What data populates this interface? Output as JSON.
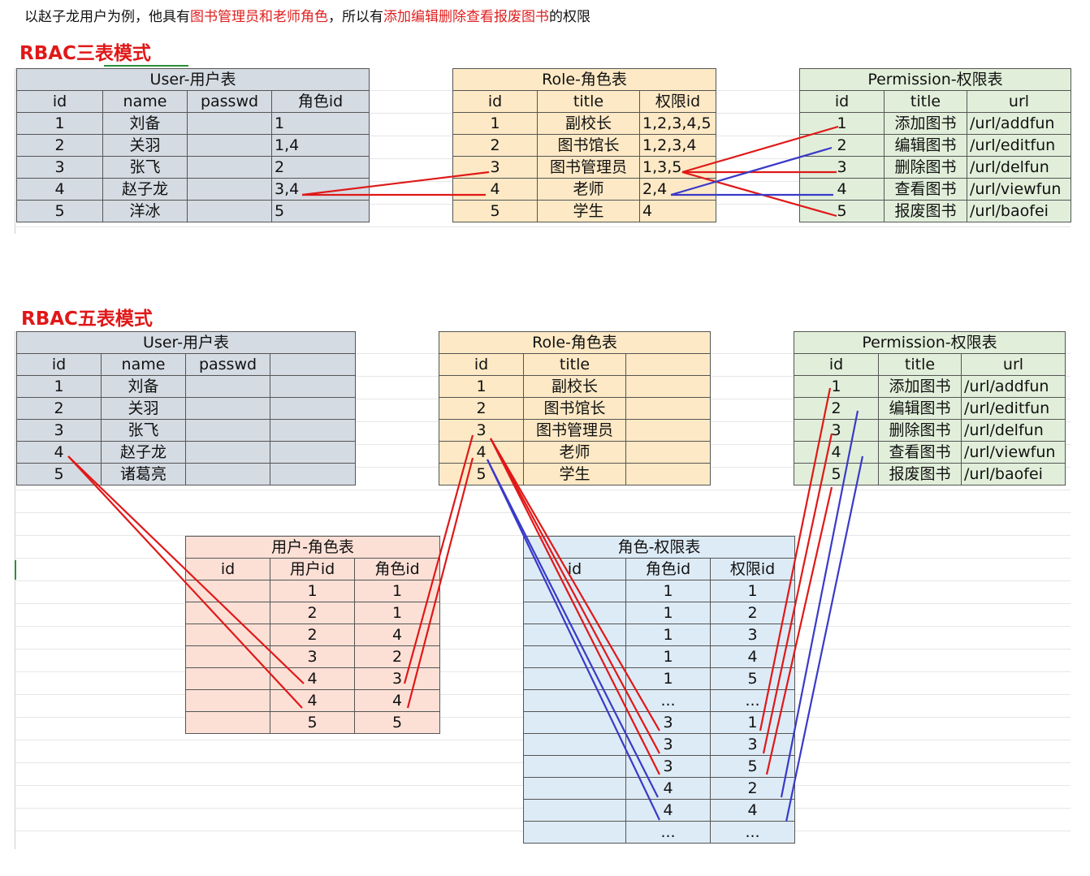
{
  "intro": {
    "part1": "以赵子龙用户为例，他具有",
    "part2": "图书管理员和老师角色",
    "part3": "，所以有",
    "part4": "添加编辑删除查看报废图书",
    "part5": "的权限"
  },
  "three_table": {
    "title": "RBAC三表模式",
    "user": {
      "caption": "User-用户表",
      "headers": [
        "id",
        "name",
        "passwd",
        "角色id"
      ],
      "rows": [
        [
          "1",
          "刘备",
          "",
          "1"
        ],
        [
          "2",
          "关羽",
          "",
          "1,4"
        ],
        [
          "3",
          "张飞",
          "",
          "2"
        ],
        [
          "4",
          "赵子龙",
          "",
          "3,4"
        ],
        [
          "5",
          "洋冰",
          "",
          "5"
        ]
      ]
    },
    "role": {
      "caption": "Role-角色表",
      "headers": [
        "id",
        "title",
        "权限id"
      ],
      "rows": [
        [
          "1",
          "副校长",
          "1,2,3,4,5"
        ],
        [
          "2",
          "图书馆长",
          "1,2,3,4"
        ],
        [
          "3",
          "图书管理员",
          "1,3,5"
        ],
        [
          "4",
          "老师",
          "2,4"
        ],
        [
          "5",
          "学生",
          "4"
        ]
      ]
    },
    "permission": {
      "caption": "Permission-权限表",
      "headers": [
        "id",
        "title",
        "url"
      ],
      "rows": [
        [
          "1",
          "添加图书",
          "/url/addfun"
        ],
        [
          "2",
          "编辑图书",
          "/url/editfun"
        ],
        [
          "3",
          "删除图书",
          "/url/delfun"
        ],
        [
          "4",
          "查看图书",
          "/url/viewfun"
        ],
        [
          "5",
          "报废图书",
          "/url/baofei"
        ]
      ]
    }
  },
  "five_table": {
    "title": "RBAC五表模式",
    "user": {
      "caption": "User-用户表",
      "headers": [
        "id",
        "name",
        "passwd",
        ""
      ],
      "rows": [
        [
          "1",
          "刘备",
          "",
          ""
        ],
        [
          "2",
          "关羽",
          "",
          ""
        ],
        [
          "3",
          "张飞",
          "",
          ""
        ],
        [
          "4",
          "赵子龙",
          "",
          ""
        ],
        [
          "5",
          "诸葛亮",
          "",
          ""
        ]
      ]
    },
    "role": {
      "caption": "Role-角色表",
      "headers": [
        "id",
        "title",
        ""
      ],
      "rows": [
        [
          "1",
          "副校长",
          ""
        ],
        [
          "2",
          "图书馆长",
          ""
        ],
        [
          "3",
          "图书管理员",
          ""
        ],
        [
          "4",
          "老师",
          ""
        ],
        [
          "5",
          "学生",
          ""
        ]
      ]
    },
    "permission": {
      "caption": "Permission-权限表",
      "headers": [
        "id",
        "title",
        "url"
      ],
      "rows": [
        [
          "1",
          "添加图书",
          "/url/addfun"
        ],
        [
          "2",
          "编辑图书",
          "/url/editfun"
        ],
        [
          "3",
          "删除图书",
          "/url/delfun"
        ],
        [
          "4",
          "查看图书",
          "/url/viewfun"
        ],
        [
          "5",
          "报废图书",
          "/url/baofei"
        ]
      ]
    },
    "user_role": {
      "caption": "用户-角色表",
      "headers": [
        "id",
        "用户id",
        "角色id"
      ],
      "rows": [
        [
          "",
          "1",
          "1"
        ],
        [
          "",
          "2",
          "1"
        ],
        [
          "",
          "2",
          "4"
        ],
        [
          "",
          "3",
          "2"
        ],
        [
          "",
          "4",
          "3"
        ],
        [
          "",
          "4",
          "4"
        ],
        [
          "",
          "5",
          "5"
        ]
      ]
    },
    "role_permission": {
      "caption": "角色-权限表",
      "headers": [
        "id",
        "角色id",
        "权限id"
      ],
      "rows": [
        [
          "",
          "1",
          "1"
        ],
        [
          "",
          "1",
          "2"
        ],
        [
          "",
          "1",
          "3"
        ],
        [
          "",
          "1",
          "4"
        ],
        [
          "",
          "1",
          "5"
        ],
        [
          "",
          "...",
          "..."
        ],
        [
          "",
          "3",
          "1"
        ],
        [
          "",
          "3",
          "3"
        ],
        [
          "",
          "3",
          "5"
        ],
        [
          "",
          "4",
          "2"
        ],
        [
          "",
          "4",
          "4"
        ],
        [
          "",
          "...",
          "..."
        ]
      ]
    }
  },
  "colors": {
    "red_line": "#e01818",
    "blue_line": "#3a3ac8"
  }
}
